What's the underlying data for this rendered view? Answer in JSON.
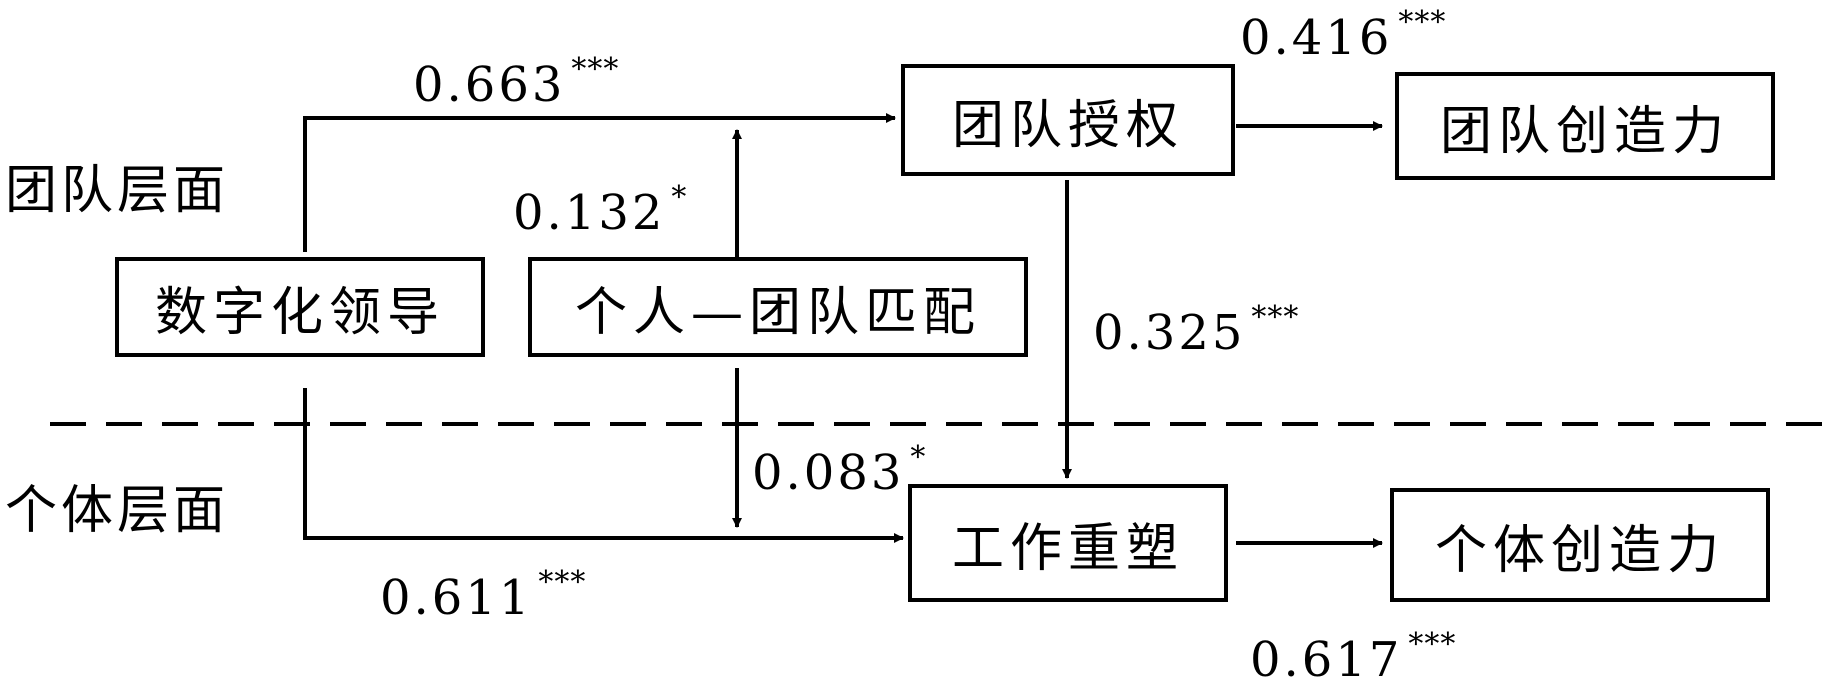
{
  "levels": {
    "team": "团队层面",
    "individual": "个体层面"
  },
  "nodes": {
    "digital_leadership": "数字化领导",
    "person_team_fit": "个人—团队匹配",
    "team_empowerment": "团队授权",
    "team_creativity": "团队创造力",
    "job_crafting": "工作重塑",
    "individual_creativity": "个体创造力"
  },
  "paths": {
    "dl_to_empowerment": {
      "value": "0.663",
      "sig": "***"
    },
    "fit_moderation_team": {
      "value": "0.132",
      "sig": "*"
    },
    "empowerment_to_team_creativity": {
      "value": "0.416",
      "sig": "***"
    },
    "empowerment_to_job_crafting": {
      "value": "0.325",
      "sig": "***"
    },
    "fit_moderation_individual": {
      "value": "0.083",
      "sig": "*"
    },
    "dl_to_job_crafting": {
      "value": "0.611",
      "sig": "***"
    },
    "job_crafting_to_individual_creativity": {
      "value": "0.617",
      "sig": "***"
    }
  }
}
